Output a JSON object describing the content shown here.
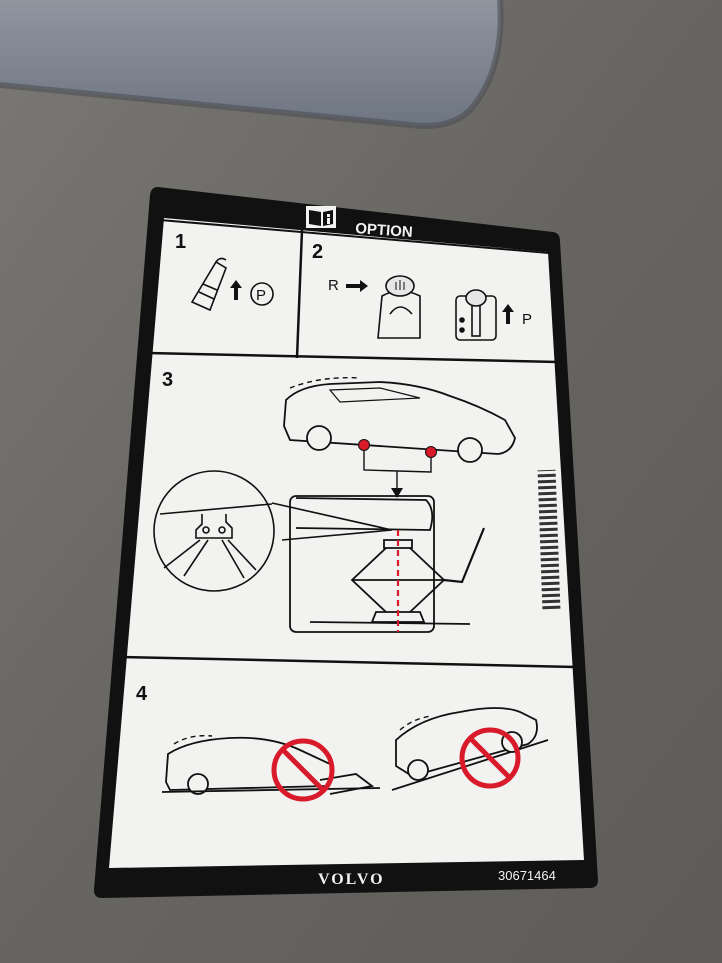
{
  "label": {
    "header": "OPTION",
    "step1_number": "1",
    "step1_p_symbol": "P",
    "step2_number": "2",
    "step2_gear_r": "R",
    "step2_gear_p": "P",
    "step3_number": "3",
    "step4_number": "4",
    "brand": "VOLVO",
    "part_number": "30671464"
  },
  "icons": {
    "manual": "manual-book-icon",
    "handbrake": "handbrake-icon",
    "prohibited": "prohibited-icon"
  },
  "colors": {
    "label_bg": "#f2f2f0",
    "border": "#111111",
    "red": "#d81a2a",
    "carpet": "#6b6a66"
  }
}
